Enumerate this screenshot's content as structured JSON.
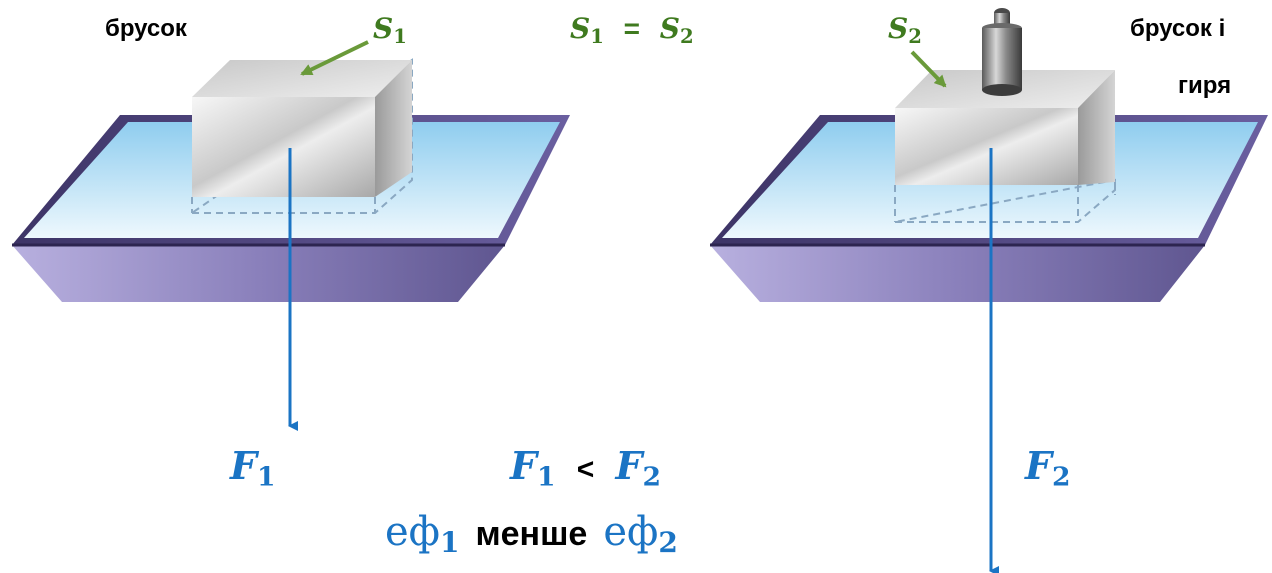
{
  "labels": {
    "block_left": "брусок",
    "block_right_line1": "брусок і",
    "block_right_line2": "гиря"
  },
  "areas": {
    "s1": {
      "sym": "S",
      "sub": "1"
    },
    "s2": {
      "sym": "S",
      "sub": "2"
    },
    "eq_lhs": {
      "sym": "S",
      "sub": "1"
    },
    "eq_op": "=",
    "eq_rhs": {
      "sym": "S",
      "sub": "2"
    }
  },
  "forces": {
    "f1": {
      "sym": "F",
      "sub": "1"
    },
    "f2": {
      "sym": "F",
      "sub": "2"
    },
    "cmp_lhs": {
      "sym": "F",
      "sub": "1"
    },
    "cmp_op": "<",
    "cmp_rhs": {
      "sym": "F",
      "sub": "2"
    }
  },
  "caption": {
    "left": {
      "sym": "еф",
      "sub": "1"
    },
    "word": "менше",
    "right": {
      "sym": "еф",
      "sub": "2"
    }
  },
  "colors": {
    "force_arrow": "#1b74c4",
    "area_arrow": "#6a9a3a",
    "area_text": "#3f7a1f",
    "tray": "#8b80b8",
    "water": "#c4e4f5"
  }
}
